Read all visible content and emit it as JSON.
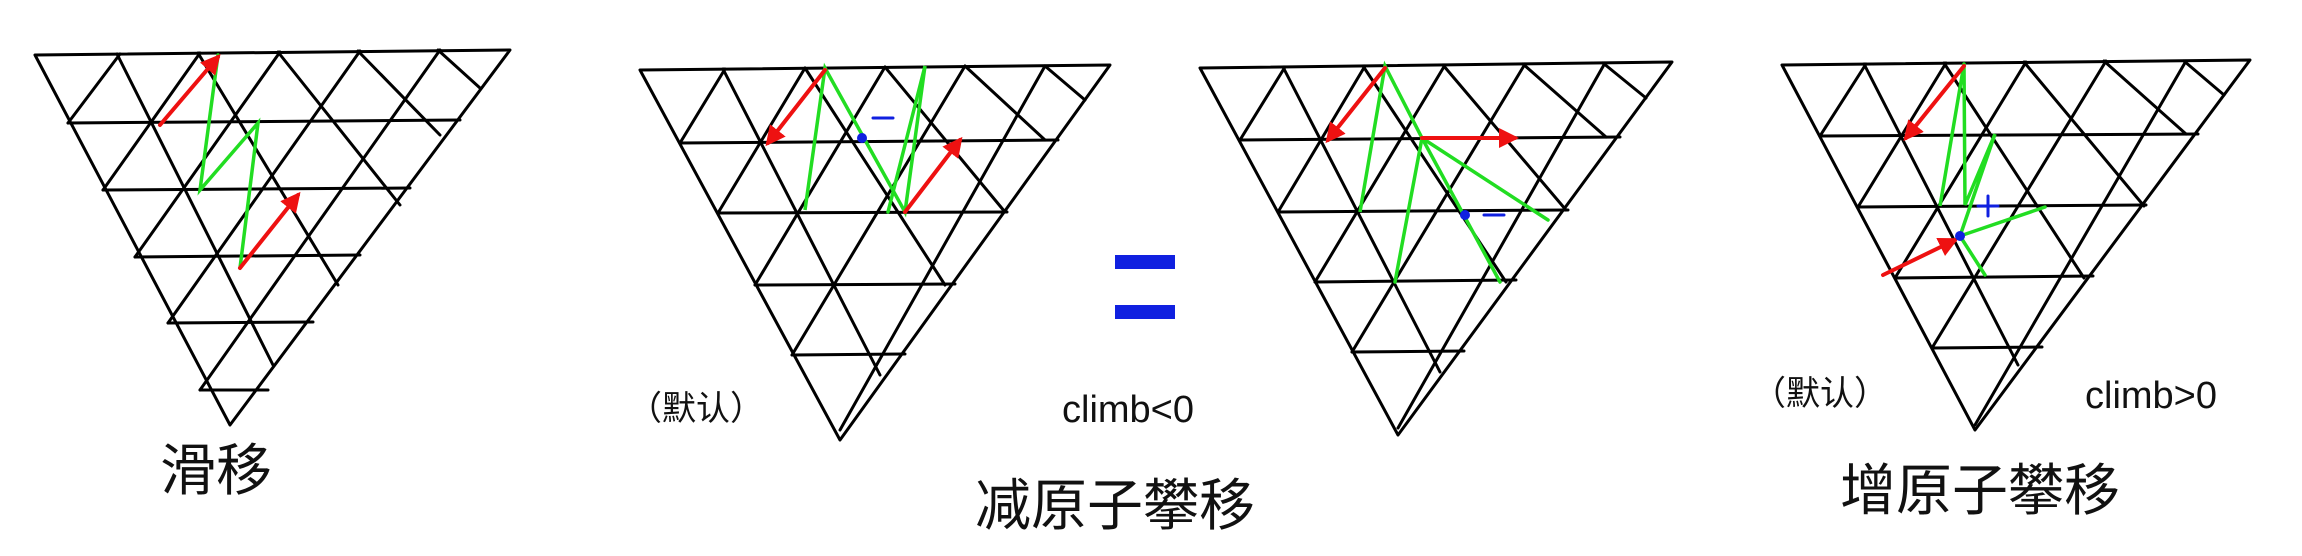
{
  "captions": {
    "glide": "滑移",
    "negative_climb": "减原子攀移",
    "positive_climb": "增原子攀移"
  },
  "notes": {
    "default_left": "（默认）",
    "default_right": "（默认）",
    "climb_negative": "climb<0",
    "climb_positive": "climb>0"
  },
  "symbols": {
    "equals": "=",
    "minus": "−",
    "plus": "+"
  },
  "colors": {
    "lattice": "#000000",
    "dislocation_line": "#22dd22",
    "burgers_vector": "#ee1111",
    "site_marker": "#1020e0"
  }
}
